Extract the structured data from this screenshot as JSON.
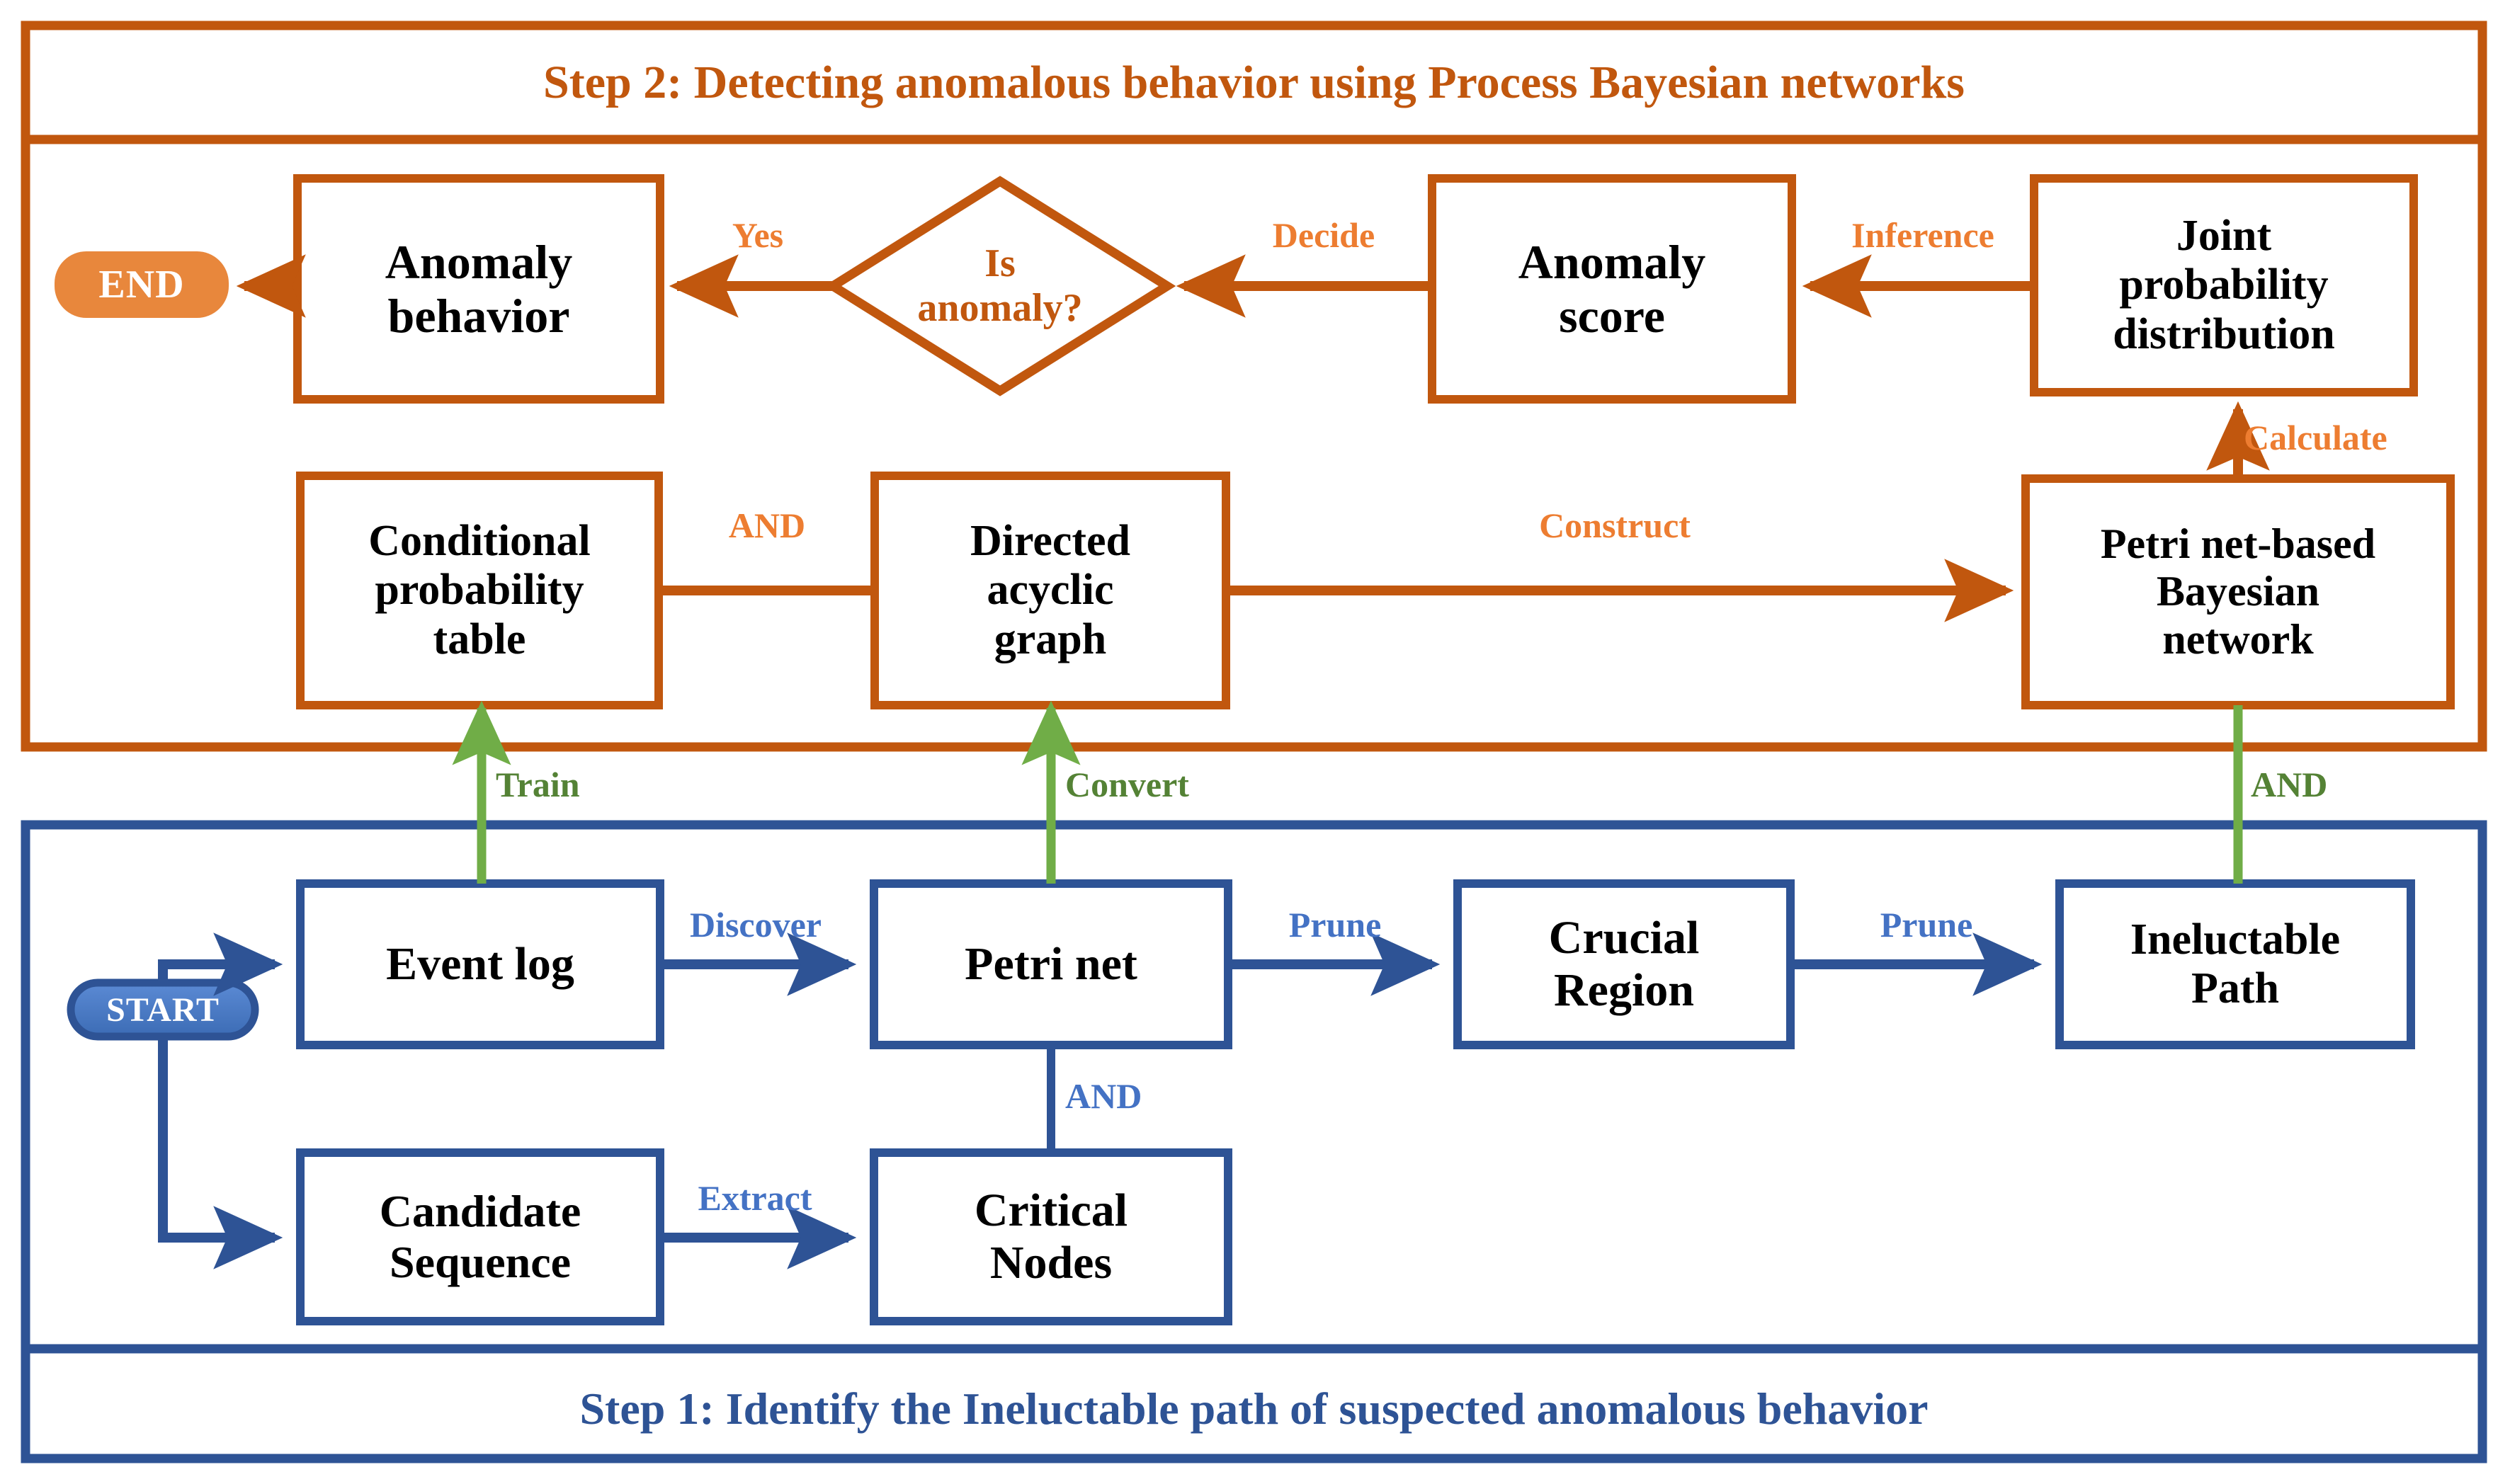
{
  "colors": {
    "orange": "#C1570E",
    "orange_light": "#E8873C",
    "blue": "#2E5395",
    "blue_light": "#4472C4",
    "green": "#70AD47",
    "green_dark": "#548235",
    "black": "#000000",
    "white": "#FFFFFF"
  },
  "step2": {
    "title": "Step 2: Detecting anomalous behavior using Process Bayesian networks",
    "terminal_end": "END",
    "nodes": {
      "anomaly_behavior": "Anomaly\nbehavior",
      "is_anomaly": "Is\nanomaly?",
      "anomaly_score": "Anomaly\nscore",
      "joint_probability_distribution": "Joint\nprobability\ndistribution",
      "conditional_probability_table": "Conditional\nprobability\ntable",
      "directed_acyclic_graph": "Directed\nacyclic\ngraph",
      "petri_net_bayesian_network": "Petri net-based\nBayesian\nnetwork"
    },
    "edges": {
      "yes": "Yes",
      "decide": "Decide",
      "inference": "Inference",
      "calculate": "Calculate",
      "and": "AND",
      "construct": "Construct"
    }
  },
  "step1": {
    "title": "Step 1: Identify the Ineluctable path of suspected anomalous behavior",
    "terminal_start": "START",
    "nodes": {
      "event_log": "Event log",
      "petri_net": "Petri net",
      "crucial_region": "Crucial\nRegion",
      "ineluctable_path": "Ineluctable\nPath",
      "candidate_sequence": "Candidate\nSequence",
      "critical_nodes": "Critical\nNodes"
    },
    "edges": {
      "discover": "Discover",
      "prune_1": "Prune",
      "prune_2": "Prune",
      "extract": "Extract",
      "and": "AND"
    }
  },
  "cross_step_edges": {
    "train": "Train",
    "convert": "Convert",
    "and": "AND"
  }
}
